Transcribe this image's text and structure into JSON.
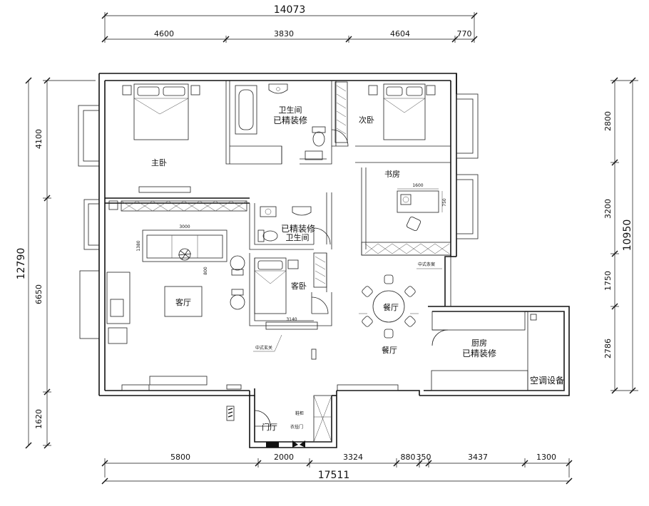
{
  "dimensions": {
    "top_total": "14073",
    "top_segments": [
      "4600",
      "3830",
      "4604",
      "770"
    ],
    "bottom_total": "17511",
    "bottom_segments": [
      "5800",
      "2000",
      "3324",
      "880",
      "350",
      "3437",
      "1300"
    ],
    "left_total": "12790",
    "left_segments": [
      "4100",
      "6650",
      "1620"
    ],
    "right_total": "10950",
    "right_segments": [
      "2800",
      "3200",
      "1750",
      "2786"
    ]
  },
  "rooms": {
    "master_bedroom": "主卧",
    "bathroom_top": "卫生间",
    "bathroom_top_note": "已精装修",
    "second_bedroom": "次卧",
    "study": "书房",
    "bathroom_mid_note": "已精装修",
    "bathroom_mid": "卫生间",
    "living_room": "客厅",
    "guest_bedroom": "客卧",
    "dining_room_1": "餐厅",
    "dining_room_2": "餐厅",
    "kitchen": "厨房",
    "kitchen_note": "已精装修",
    "ac_equipment": "空调设备",
    "entrance": "门厅"
  },
  "annotations": {
    "desk_width": "1600",
    "desk_depth": "750",
    "sofa_length": "3000",
    "sofa_depth": "1380",
    "table_size": "800",
    "cabinet_size": "3140",
    "chinese_cabinet_1": "中式条案",
    "chinese_cabinet_2": "中式玄关",
    "shoe_cabinet": "鞋柜",
    "hanging_cabinet": "衣挂门"
  }
}
